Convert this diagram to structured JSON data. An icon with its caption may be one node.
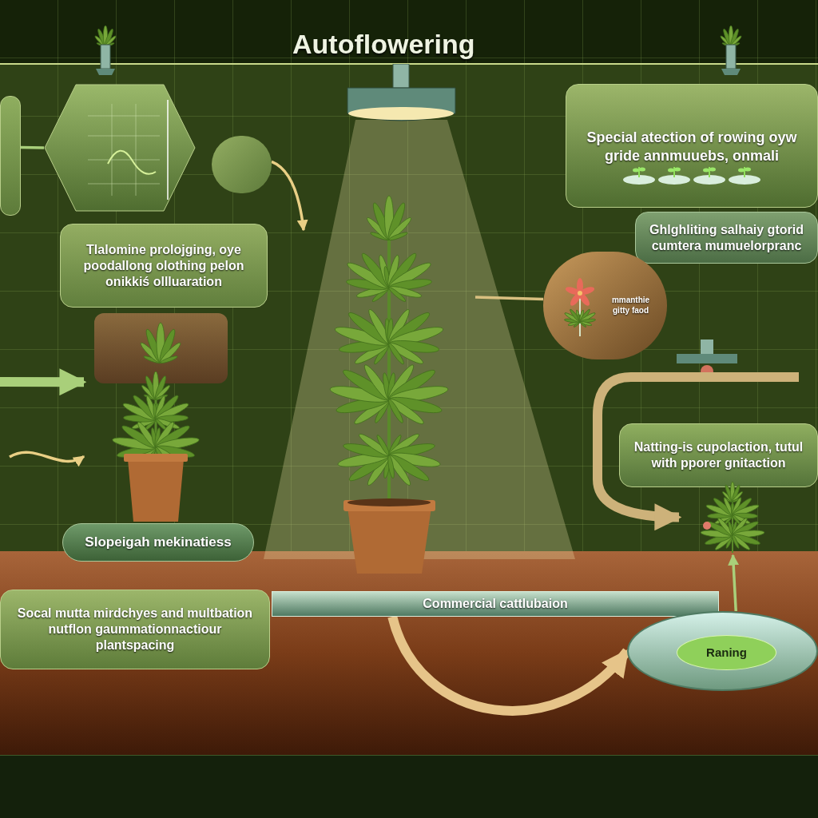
{
  "diagram": {
    "title": "Autoflowering",
    "nodes": [
      {
        "text": [],
        "shape": "box"
      },
      {
        "text": [],
        "shape": "hexagon"
      },
      {
        "text": [],
        "shape": "circle"
      },
      {
        "text": [
          "Tlalomine prolojging, oye poodallong olothing pelon onikkiś ollluaration"
        ]
      },
      {
        "text": [],
        "shape": "box"
      },
      {
        "text": [
          "Special atection of rowing oyw gride annmuuebs, onmali"
        ]
      },
      {
        "text": [
          "Ghlghliting salhaiy gtorid cumtera mumuelorpranc"
        ]
      },
      {
        "text": [
          "mmanthie gitty faod"
        ]
      },
      {
        "text": [],
        "shape": "picture"
      },
      {
        "text": [],
        "shape": "picture"
      },
      {
        "text": [
          "Natting-is cupolaction, tutul with pporer gnitaction"
        ]
      },
      {
        "text": [
          "Slopeigah mekinatiess"
        ]
      },
      {
        "text": [],
        "shape": "picture"
      },
      {
        "text": [
          "Socal mutta mirdchyes and multbation nutflon gaummationnactiour plantspacing"
        ]
      },
      {
        "text": [
          "Commercial cattlubaion"
        ]
      },
      {
        "text": [],
        "shape": "ellipse"
      },
      {
        "text": [
          "Raning"
        ],
        "in": 15
      }
    ],
    "edges": [
      {
        "from": 0,
        "to": 1,
        "arrow": "none"
      },
      {
        "from": 2,
        "to": 8,
        "arrow": "to",
        "color": "#e9cf85"
      },
      {
        "from": null,
        "to": 9,
        "arrow": "to",
        "style": "thick"
      },
      {
        "from": null,
        "to": 9,
        "arrow": "to",
        "color": "#e9cf85"
      },
      {
        "from": 8,
        "to": 7,
        "arrow": "none",
        "color": "#d9c080"
      },
      {
        "from": null,
        "to": 12,
        "arrow": "to",
        "style": "thick",
        "color": "#cdb27a"
      },
      {
        "from": 15,
        "to": 12,
        "arrow": "to"
      },
      {
        "from": 14,
        "to": 15,
        "arrow": "to",
        "style": "thick",
        "color": "#e6c489"
      }
    ]
  }
}
